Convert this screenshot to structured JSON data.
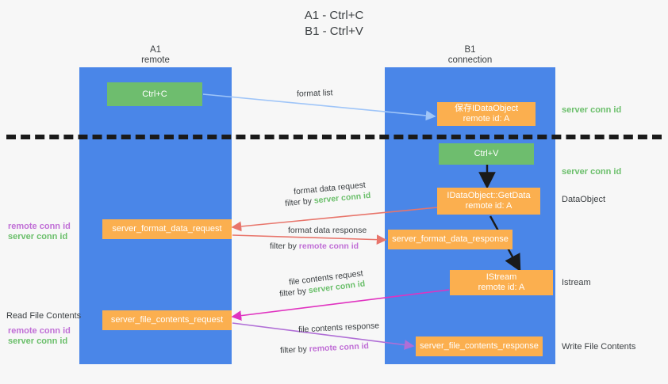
{
  "title": "A1 - Ctrl+C\nB1 - Ctrl+V",
  "colors": {
    "lane": "#4a86e8",
    "green_box": "#6ebd6e",
    "orange_box": "#fbaf4f",
    "server_conn_id": "#6bbf6b",
    "remote_conn_id": "#c06ed6",
    "background": "#f7f7f7",
    "arrow_blue": "#9fc5f8",
    "arrow_red": "#e8756b",
    "arrow_magenta": "#e033c0",
    "arrow_purple": "#b06ed6",
    "arrow_black": "#1a1a1a"
  },
  "lanes": [
    {
      "id": "a1",
      "name": "A1",
      "sub": "remote"
    },
    {
      "id": "b1",
      "name": "B1",
      "sub": "connection"
    }
  ],
  "boxes": {
    "ctrl_c": {
      "line1": "Ctrl+C"
    },
    "idataobject_save": {
      "line1": "保存IDataObject",
      "line2": "remote id: A"
    },
    "ctrl_v": {
      "line1": "Ctrl+V"
    },
    "getdata": {
      "line1": "IDataObject::GetData",
      "line2": "remote id: A"
    },
    "istream": {
      "line1": "IStream",
      "line2": "remote id: A"
    },
    "server_format_data_request": {
      "line1": "server_format_data_request"
    },
    "server_format_data_response": {
      "line1": "server_format_data_response"
    },
    "server_file_contents_request": {
      "line1": "server_file_contents_request"
    },
    "server_file_contents_response": {
      "line1": "server_file_contents_response"
    }
  },
  "right_labels": {
    "server_conn_id_top": "server conn id",
    "server_conn_id_mid": "server conn id",
    "dataobject": "DataObject",
    "istream": "Istream",
    "write_file_contents": "Write File Contents"
  },
  "left_labels": {
    "pair_one_remote": "remote conn id",
    "pair_one_server": "server conn id",
    "read_file_contents": "Read File Contents",
    "pair_two_remote": "remote conn id",
    "pair_two_server": "server conn id"
  },
  "edges": [
    {
      "id": "format-list",
      "label": "format list",
      "filter_prefix": "",
      "filter_value": "",
      "color": "#9fc5f8"
    },
    {
      "id": "format-data-request",
      "label": "format data request",
      "filter_prefix": "filter by ",
      "filter_value": "server conn id",
      "filter_color": "server",
      "color": "#e8756b"
    },
    {
      "id": "format-data-response",
      "label": "format data response",
      "filter_prefix": "filter by ",
      "filter_value": "remote conn id",
      "filter_color": "remote",
      "color": "#e8756b"
    },
    {
      "id": "file-contents-request",
      "label": "file contents request",
      "filter_prefix": "filter by ",
      "filter_value": "server conn id",
      "filter_color": "server",
      "color": "#e033c0"
    },
    {
      "id": "file-contents-response",
      "label": "file contents response",
      "filter_prefix": "filter by ",
      "filter_value": "remote conn id",
      "filter_color": "remote",
      "color": "#b06ed6"
    }
  ]
}
